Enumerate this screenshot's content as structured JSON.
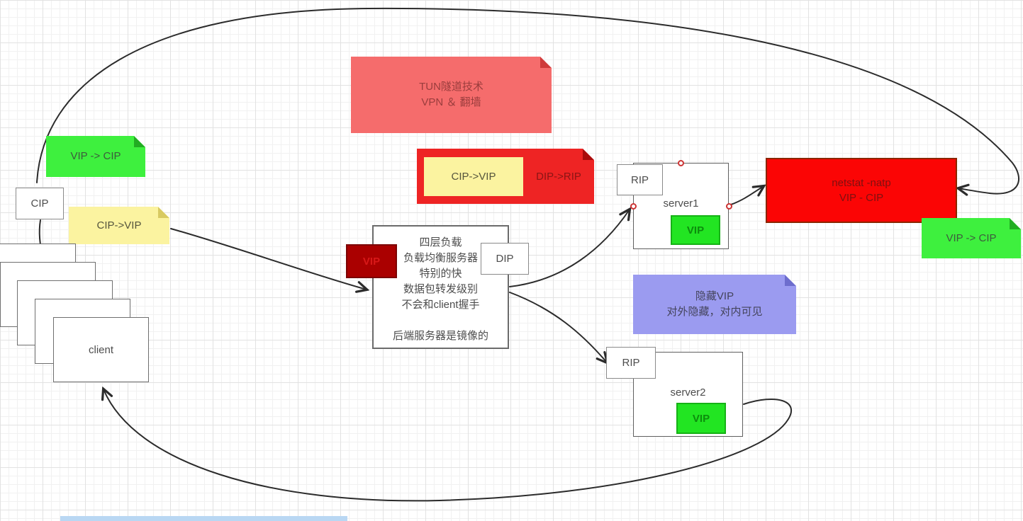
{
  "notes": {
    "vip_cip_left": {
      "label": "VIP -> CIP"
    },
    "cip_vip_left": {
      "label": "CIP->VIP"
    },
    "tun": {
      "line1": "TUN隧道技术",
      "line2": "VPN ＆ 翻墙"
    },
    "red_combo": {
      "inner_label": "CIP->VIP",
      "outer_label": "DIP->RIP"
    },
    "hide_vip": {
      "line1": "隐藏VIP",
      "line2": "对外隐藏，对内可见"
    },
    "vip_cip_right": {
      "label": "VIP -> CIP"
    }
  },
  "nodes": {
    "cip": {
      "label": "CIP"
    },
    "client": {
      "label": "client"
    },
    "load_balancer": {
      "lines": [
        "四层负载",
        "负载均衡服务器",
        "特别的快",
        "数据包转发级别",
        "不会和client握手",
        "",
        "后端服务器是镜像的"
      ]
    },
    "vip_dark": {
      "label": "VIP"
    },
    "dip": {
      "label": "DIP"
    },
    "rip1": {
      "label": "RIP"
    },
    "server1": {
      "label": "server1",
      "vip_label": "VIP"
    },
    "netstat": {
      "line1": "netstat -natp",
      "line2": "VIP - CIP"
    },
    "rip2": {
      "label": "RIP"
    },
    "server2": {
      "label": "server2",
      "vip_label": "VIP"
    }
  },
  "colors": {
    "green_note": "#3ef03e",
    "yellow_note": "#fbf3a0",
    "pink_note": "#f56c6c",
    "red_note": "#ee2424",
    "purple_note": "#9b9bf0",
    "dark_red_box": "#aa0000",
    "bright_red_box": "#fb0505",
    "green_box": "#22e522",
    "connector": "#2b2b2b"
  }
}
